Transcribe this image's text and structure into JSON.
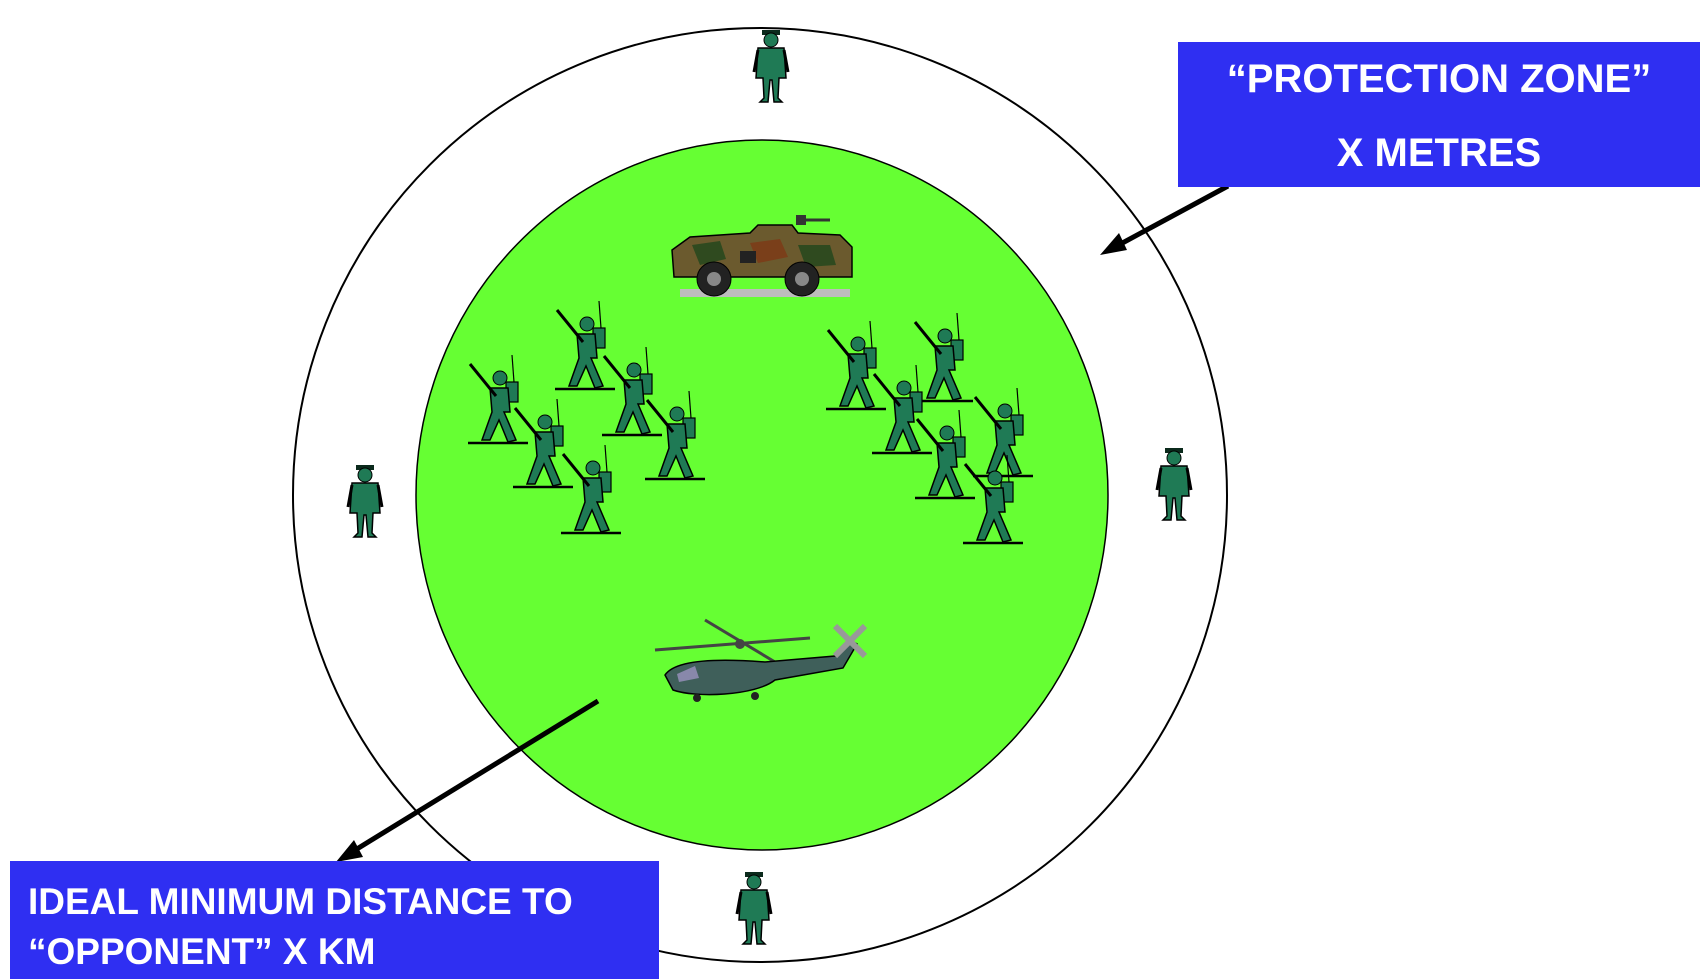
{
  "protection_zone_label": {
    "line1": "“PROTECTION ZONE”",
    "line2": "X METRES"
  },
  "distance_label": {
    "line1": "IDEAL MINIMUM DISTANCE TO",
    "line2": "“OPPONENT” X KM"
  },
  "colors": {
    "inner_area": "#66ff33",
    "label_bg": "#2f2ff2",
    "label_text": "#ffffff",
    "soldier": "#1f7a55",
    "outline": "#000000"
  },
  "icons": {
    "sentry": "standing-guard-icon",
    "patrol": "marching-soldier-icon",
    "vehicle": "armored-vehicle-icon",
    "aircraft": "helicopter-icon"
  },
  "counts": {
    "sentries": 4,
    "patrol_soldiers": 12
  }
}
